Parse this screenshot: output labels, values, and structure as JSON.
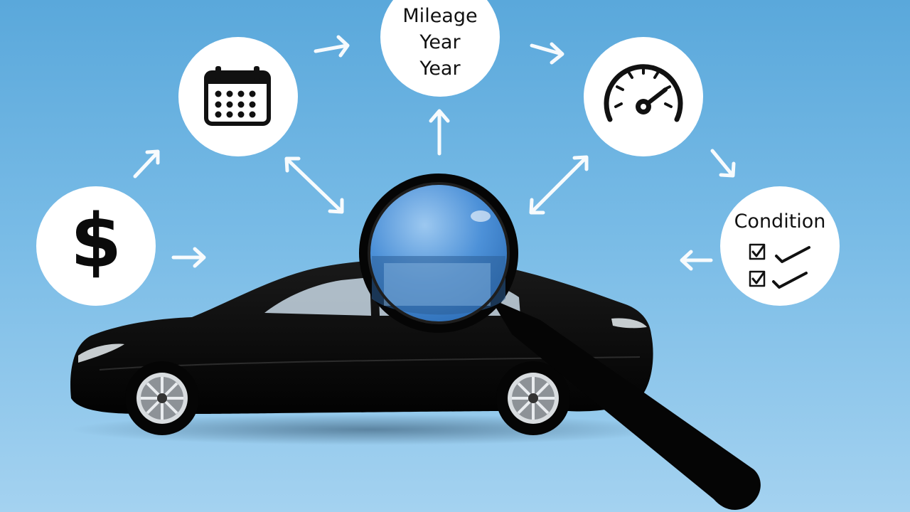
{
  "nodes": {
    "price": {
      "icon": "dollar-icon",
      "glyph": "$"
    },
    "calendar": {
      "icon": "calendar-icon"
    },
    "mileage": {
      "line1": "Mileage",
      "line2": "Year",
      "line3": "Year"
    },
    "speedometer": {
      "icon": "speedometer-icon"
    },
    "condition": {
      "title": "Condition",
      "icon": "checklist-icon"
    }
  },
  "center": {
    "car": "car-silhouette-icon",
    "magnifier": "magnifying-glass-icon"
  },
  "colors": {
    "background_top": "#5aa8db",
    "background_bottom": "#a4d2f0",
    "node_fill": "#ffffff",
    "car": "#050505",
    "lens": "#4a90d6",
    "arrows": "#ffffff"
  }
}
